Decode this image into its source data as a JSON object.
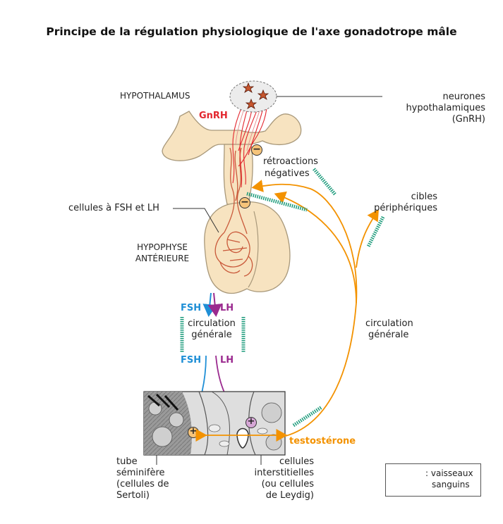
{
  "title": "Principe de la régulation physiologique de l'axe gonadotrope mâle",
  "labels": {
    "hypothalamus": "HYPOTHALAMUS",
    "gnrh": "GnRH",
    "neurones_1": "neurones",
    "neurones_2": "hypothalamiques",
    "neurones_3": "(GnRH)",
    "retro_1": "rétroactions",
    "retro_2": "négatives",
    "cibles_1": "cibles",
    "cibles_2": "périphériques",
    "cellules_fsh_lh": "cellules à FSH et LH",
    "hypophyse_1": "HYPOPHYSE",
    "hypophyse_2": "ANTÉRIEURE",
    "fsh_top": "FSH",
    "lh_top": "LH",
    "circ_left_1": "circulation",
    "circ_left_2": "générale",
    "fsh_bottom": "FSH",
    "lh_bottom": "LH",
    "circ_right_1": "circulation",
    "circ_right_2": "générale",
    "testosterone": "testostérone",
    "tube_1": "tube",
    "tube_2": "séminifère",
    "tube_3": "(cellules de",
    "tube_4": "Sertoli)",
    "interst_1": "cellules",
    "interst_2": "interstitielles",
    "interst_3": "(ou cellules",
    "interst_4": "de Leydig)",
    "legend_1": ": vaisseaux",
    "legend_2": "sanguins",
    "minus": "−",
    "plus": "+"
  },
  "colors": {
    "orange": "#f39200",
    "green": "#1a9a7a",
    "blue": "#1f8fd6",
    "purple": "#9b2a8f",
    "red": "#e3262e",
    "gland": "#f7e3c0",
    "gland_stroke": "#a8987a"
  }
}
